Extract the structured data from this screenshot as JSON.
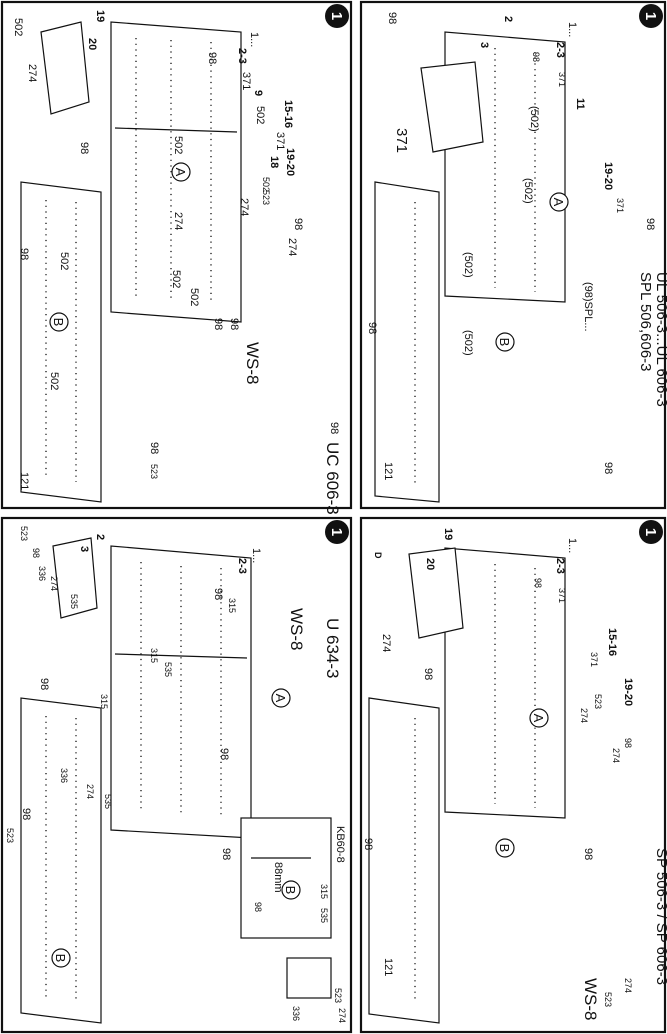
{
  "panels": [
    {
      "id": "p1",
      "step": "1",
      "model": "UC 606-3",
      "labels": {
        "l_98a": "98",
        "l_98b": "98",
        "l_98c": "98",
        "l_98d": "98",
        "l_98e": "98",
        "l_98f": "98",
        "l_98g": "98",
        "l_98h": "98",
        "l_371a": "371",
        "l_371b": "371",
        "l_502a": "502",
        "l_502b": "502",
        "l_502c": "502",
        "l_502d": "502",
        "l_502e": "502",
        "l_502f": "502",
        "l_502g": "502",
        "l_502h": "502",
        "l_274a": "274",
        "l_274b": "274",
        "l_274c": "274",
        "l_274d": "274",
        "l_523a": "523",
        "l_523b": "523",
        "l_121": "121",
        "l_ws8": "WS-8",
        "l_1": "1...",
        "l_23": "2-3",
        "l_9": "9",
        "l_1516": "15-16",
        "l_18": "18",
        "l_1920": "19-20",
        "l_19": "19",
        "l_20": "20",
        "l_A": "A",
        "l_B": "B"
      }
    },
    {
      "id": "p2",
      "step": "1",
      "model": "U 634-3",
      "labels": {
        "l_98a": "98",
        "l_98b": "98",
        "l_98c": "98",
        "l_98d": "98",
        "l_98e": "98",
        "l_98f": "98",
        "l_98g": "98",
        "l_315a": "315",
        "l_315b": "315",
        "l_315c": "315",
        "l_315d": "315",
        "l_535a": "535",
        "l_535b": "535",
        "l_535c": "535",
        "l_535d": "535",
        "l_336a": "336",
        "l_336b": "336",
        "l_336c": "336",
        "l_274a": "274",
        "l_274b": "274",
        "l_274c": "274",
        "l_523a": "523",
        "l_523b": "523",
        "l_523c": "523",
        "l_ws8": "WS-8",
        "l_kb": "KB60-8",
        "l_88": "88mm",
        "l_1": "1...",
        "l_23": "2-3",
        "l_2": "2",
        "l_3": "3",
        "l_A": "A",
        "l_B": "B",
        "l_B2": "B"
      }
    },
    {
      "id": "p3",
      "step": "1",
      "model": "UL 506-3...UL 606-3",
      "model2": "SPL 506,606-3",
      "labels": {
        "l_98a": "98",
        "l_98b": "98",
        "l_98c": "98",
        "l_98d": "98",
        "l_98e": "98",
        "l_371a": "371",
        "l_371b": "371",
        "l_371c": "371",
        "l_502a": "(502)",
        "l_502b": "(502)",
        "l_502c": "(502)",
        "l_502d": "(502)",
        "l_98spl": "(98)SPL...",
        "l_121": "121",
        "l_1": "1...",
        "l_23": "2-3",
        "l_2": "2",
        "l_3": "3",
        "l_11": "11",
        "l_1920": "19-20",
        "l_A": "A",
        "l_B": "B"
      }
    },
    {
      "id": "p4",
      "step": "1",
      "model": "SP 506-3 / SP 606-3",
      "labels": {
        "l_98a": "98",
        "l_98b": "98",
        "l_98c": "98",
        "l_98d": "98",
        "l_98e": "98",
        "l_371a": "371",
        "l_371b": "371",
        "l_274a": "274",
        "l_274b": "274",
        "l_274c": "274",
        "l_274d": "274",
        "l_523a": "523",
        "l_523b": "523",
        "l_121": "121",
        "l_ws8": "WS-8",
        "l_1": "1...",
        "l_23": "2-3",
        "l_1516": "15-16",
        "l_1920": "19-20",
        "l_19": "19",
        "l_20": "20",
        "l_D": "D",
        "l_A": "A",
        "l_B": "B"
      }
    }
  ],
  "colors": {
    "ink": "#111111",
    "paper": "#ffffff"
  }
}
